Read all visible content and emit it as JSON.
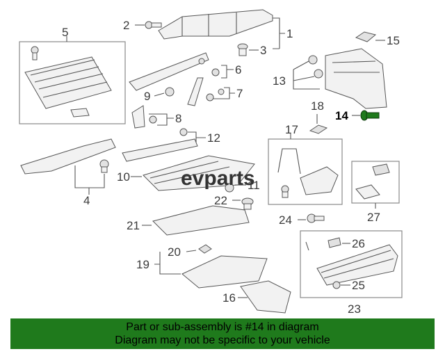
{
  "diagram": {
    "highlighted_callout": "14",
    "highlight_color": "#1f7a1c",
    "callouts": [
      "1",
      "2",
      "3",
      "4",
      "5",
      "6",
      "7",
      "8",
      "9",
      "10",
      "11",
      "12",
      "13",
      "14",
      "15",
      "16",
      "17",
      "18",
      "19",
      "20",
      "21",
      "22",
      "23",
      "24",
      "25",
      "26",
      "27"
    ]
  },
  "watermark": "evparts",
  "banner": {
    "line1": "Part or sub-assembly is #14 in diagram",
    "line2": "Diagram may not be specific to your vehicle",
    "background": "#1f7a1c"
  }
}
